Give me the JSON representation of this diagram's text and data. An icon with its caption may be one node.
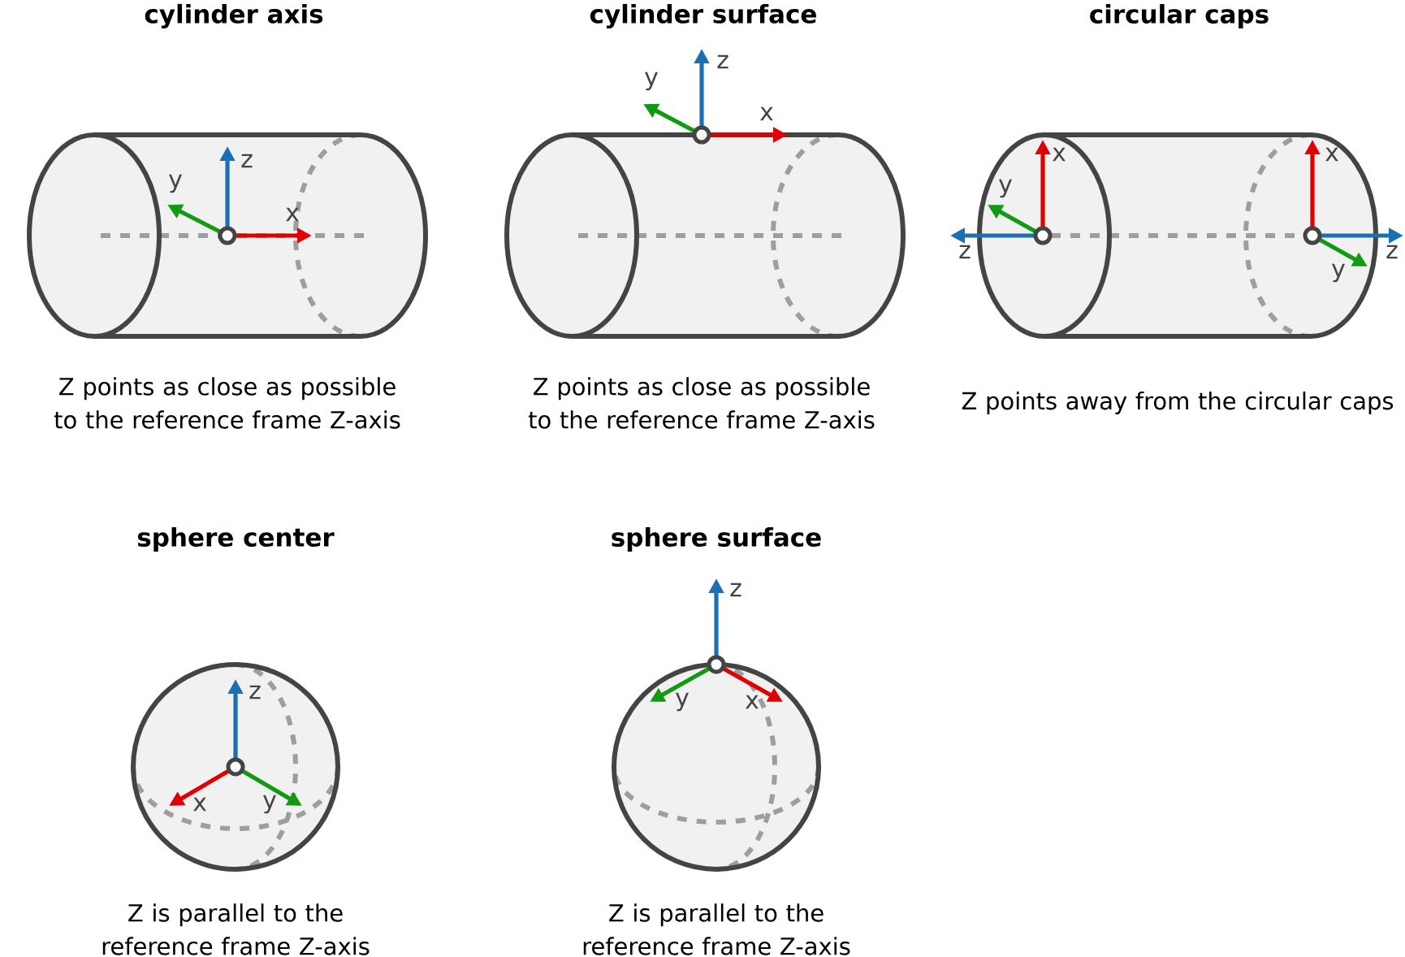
{
  "diagram": {
    "labels": [
      "cylinder axis",
      "cylinder surface",
      "circular caps",
      "z",
      "y",
      "x",
      "z",
      "y",
      "x",
      "x",
      "x",
      "y",
      "z",
      "z",
      "y",
      "Z points as close as possible to the reference frame Z-axis",
      "Z points as close as possible to the reference frame Z-axis",
      "Z points away from the circular caps",
      "sphere center",
      "sphere surface",
      "z",
      "x",
      "y",
      "z",
      "y",
      "x",
      "Z is parallel to the reference frame Z-axis",
      "Z is parallel to the reference frame Z-axis"
    ]
  }
}
